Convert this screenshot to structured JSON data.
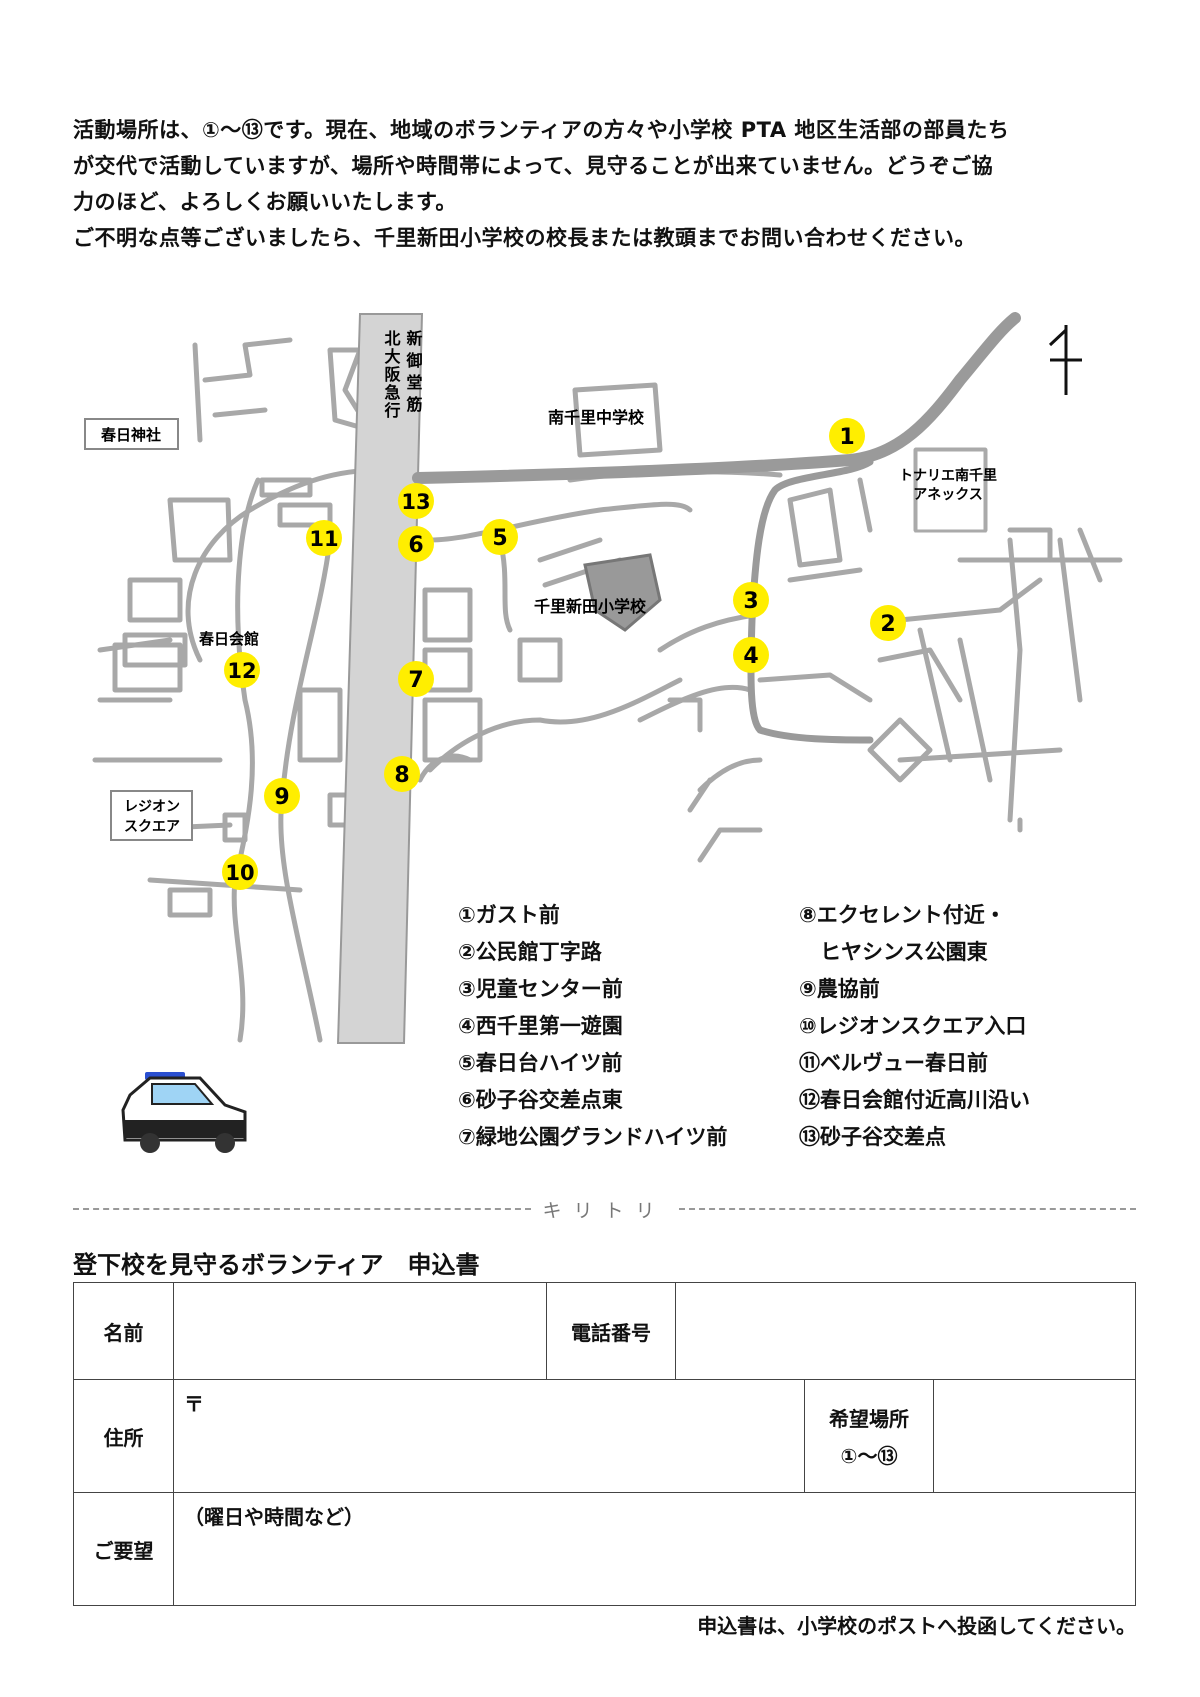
{
  "intro": {
    "lines": [
      "活動場所は、①～⑬です。現在、地域のボランティアの方々や小学校 PTA 地区生活部の部員たち",
      "が交代で活動していますが、場所や時間帯によって、見守ることが出来ていません。どうぞご協",
      "力のほど、よろしくお願いいたします。",
      "ご不明な点等ございましたら、千里新田小学校の校長または教頭までお問い合わせください。"
    ]
  },
  "map": {
    "labels": {
      "kasuga_shrine": "春日神社",
      "minami_senri_jhs": "南千里中学校",
      "tonarie_1": "トナリエ南千里",
      "tonarie_2": "アネックス",
      "senri_nitta_es": "千里新田小学校",
      "kasuga_hall": "春日会館",
      "legion_1": "レジオン",
      "legion_2": "スクエア",
      "kita_osaka_kyuko": "北大阪急行",
      "shinmido_suji": "新御堂筋"
    },
    "marker_color": "#ffee00",
    "markers": [
      "1",
      "2",
      "3",
      "4",
      "5",
      "6",
      "7",
      "8",
      "9",
      "10",
      "11",
      "12",
      "13"
    ]
  },
  "legend": {
    "left": [
      "①ガスト前",
      "②公民館丁字路",
      "③児童センター前",
      "④西千里第一遊園",
      "⑤春日台ハイツ前",
      "⑥砂子谷交差点東",
      "⑦緑地公園グランドハイツ前"
    ],
    "right": [
      "⑧エクセレント付近・",
      "　ヒヤシンス公園東",
      "⑨農協前",
      "⑩レジオンスクエア入口",
      "⑪ベルヴュー春日前",
      "⑫春日会館付近高川沿い",
      "⑬砂子谷交差点"
    ]
  },
  "kiritori": "キリトリ",
  "form": {
    "title": "登下校を見守るボランティア　申込書",
    "name_label": "名前",
    "phone_label": "電話番号",
    "address_label": "住所",
    "postal_mark": "〒",
    "place_label": "希望場所",
    "place_range": "①～⑬",
    "request_label": "ご要望",
    "request_hint": "（曜日や時間など）",
    "note": "申込書は、小学校のポストへ投函してください。"
  }
}
